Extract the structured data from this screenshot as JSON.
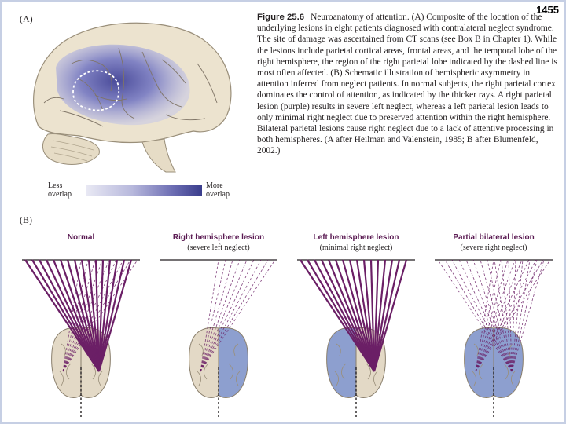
{
  "page_number": "1455",
  "panel_a_label": "(A)",
  "panel_b_label": "(B)",
  "caption": {
    "figure_label": "Figure 25.6",
    "text": "Neuroanatomy of attention. (A) Composite of the location of the underlying lesions in eight patients diagnosed with contralateral neglect syndrome. The site of damage was ascertained from CT scans (see Box B in Chapter 1). While the lesions include parietal cortical areas, frontal areas, and the temporal lobe of the right hemisphere, the region of the right parietal lobe indicated by the dashed line is most often affected. (B) Schematic illustration of hemispheric asymmetry in attention inferred from neglect patients. In normal subjects, the right parietal cortex dominates the control of attention, as indicated by the thicker rays. A right parietal lesion (purple) results in severe left neglect, whereas a left parietal lesion leads to only minimal right neglect due to preserved attention within the right hemisphere. Bilateral parietal lesions cause right neglect due to a lack of attentive processing in both hemispheres. (A after Heilman and Valenstein, 1985; B after Blumenfeld, 2002.)"
  },
  "scale": {
    "less_line1": "Less",
    "less_line2": "overlap",
    "more_line1": "More",
    "more_line2": "overlap"
  },
  "panels": [
    {
      "title": "Normal",
      "subtitle": "",
      "left_lesion": false,
      "right_lesion": false
    },
    {
      "title": "Right hemisphere lesion",
      "subtitle": "(severe left neglect)",
      "left_lesion": false,
      "right_lesion": true
    },
    {
      "title": "Left hemisphere lesion",
      "subtitle": "(minimal right neglect)",
      "left_lesion": true,
      "right_lesion": false
    },
    {
      "title": "Partial bilateral lesion",
      "subtitle": "(severe right neglect)",
      "left_lesion": true,
      "right_lesion": true
    }
  ],
  "colors": {
    "ray": "#6b1f66",
    "brain": "#e3d9c6",
    "lesion": "#8d9fcf",
    "overlap_dark": "#3a3d8c",
    "border": "#c6cfe4"
  }
}
